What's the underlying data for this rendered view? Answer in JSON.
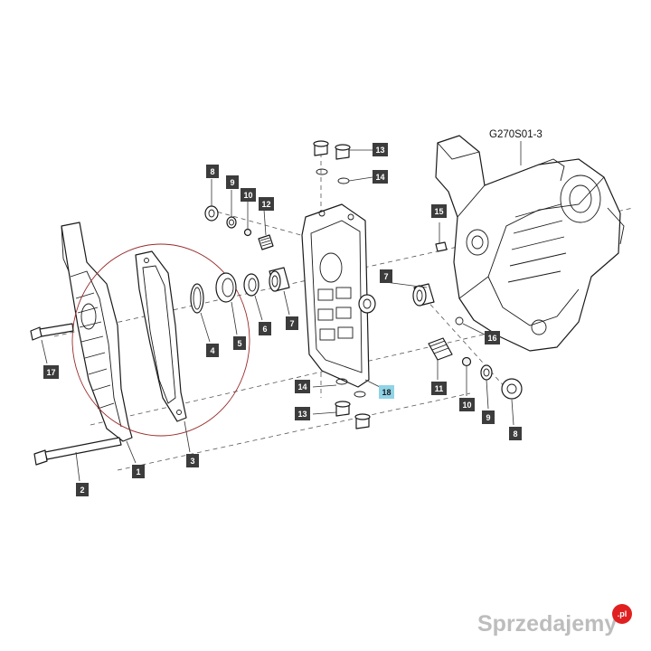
{
  "diagram_code": "G270S01-3",
  "watermark": {
    "brand": "Sprzedajemy",
    "suffix": ".pl"
  },
  "colors": {
    "highlight": "#8fd3e6",
    "label": "#3c3c3c",
    "callout": "#9a2a2a"
  },
  "labels": [
    {
      "id": "1",
      "text": "1"
    },
    {
      "id": "2",
      "text": "2"
    },
    {
      "id": "3",
      "text": "3"
    },
    {
      "id": "4",
      "text": "4"
    },
    {
      "id": "5",
      "text": "5"
    },
    {
      "id": "6",
      "text": "6"
    },
    {
      "id": "7a",
      "text": "7"
    },
    {
      "id": "7b",
      "text": "7"
    },
    {
      "id": "8a",
      "text": "8"
    },
    {
      "id": "8b",
      "text": "8"
    },
    {
      "id": "9a",
      "text": "9"
    },
    {
      "id": "9b",
      "text": "9"
    },
    {
      "id": "10a",
      "text": "10"
    },
    {
      "id": "10b",
      "text": "10"
    },
    {
      "id": "11",
      "text": "11"
    },
    {
      "id": "12",
      "text": "12"
    },
    {
      "id": "13a",
      "text": "13"
    },
    {
      "id": "13b",
      "text": "13"
    },
    {
      "id": "14a",
      "text": "14"
    },
    {
      "id": "14b",
      "text": "14"
    },
    {
      "id": "15",
      "text": "15"
    },
    {
      "id": "16",
      "text": "16"
    },
    {
      "id": "17",
      "text": "17"
    },
    {
      "id": "18",
      "text": "18",
      "highlight": true
    }
  ]
}
